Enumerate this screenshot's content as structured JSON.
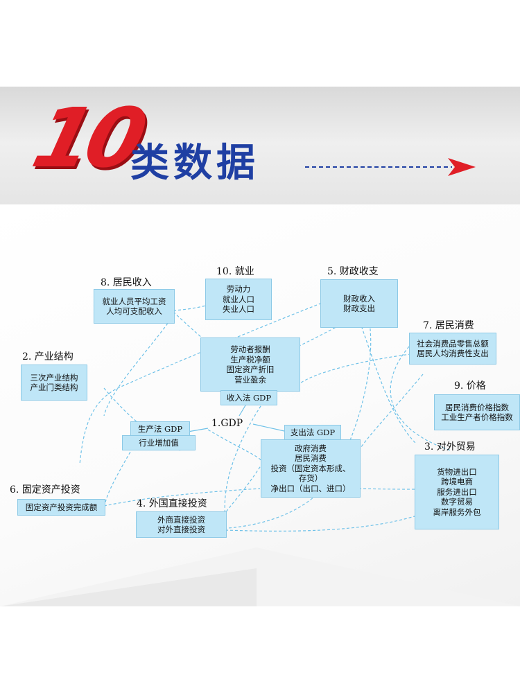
{
  "header": {
    "number": "10",
    "title": "类数据",
    "colors": {
      "number": "#e01e26",
      "title": "#1f3fa3",
      "arrow_head": "#e01e26",
      "arrow_line": "#1f3fa3"
    }
  },
  "diagram": {
    "box_color": "#bfe6f7",
    "line_color": "#6ec1e8",
    "nodes": {
      "income": {
        "label": "8. 居民收入",
        "items": [
          "就业人员平均工资",
          "人均可支配收入"
        ]
      },
      "employment": {
        "label": "10. 就业",
        "items": [
          "劳动力",
          "就业人口",
          "失业人口"
        ]
      },
      "fiscal": {
        "label": "5. 财政收支",
        "items": [
          "财政收入",
          "财政支出"
        ]
      },
      "consumption": {
        "label": "7. 居民消费",
        "items": [
          "社会消费品零售总额",
          "居民人均消费性支出"
        ]
      },
      "industry": {
        "label": "2. 产业结构",
        "items": [
          "三次产业结构",
          "产业门类结构"
        ]
      },
      "price": {
        "label": "9. 价格",
        "items": [
          "居民消费价格指数",
          "工业生产者价格指数"
        ]
      },
      "income_gdp": {
        "items": [
          "劳动者报酬",
          "生产税净额",
          "固定资产折旧",
          "营业盈余"
        ],
        "tag": "收入法 GDP"
      },
      "gdp": {
        "label": "1.GDP"
      },
      "production_gdp": {
        "tag": "生产法 GDP",
        "items": [
          "行业增加值"
        ]
      },
      "expenditure_gdp": {
        "tag": "支出法 GDP",
        "items": [
          "政府消费",
          "居民消费",
          "投资（固定资本形成、",
          "存货）",
          "净出口（出口、进口）"
        ]
      },
      "trade": {
        "label": "3. 对外贸易",
        "items": [
          "货物进出口",
          "跨境电商",
          "服务进出口",
          "数字贸易",
          "离岸服务外包"
        ]
      },
      "fixed_investment": {
        "label": "6. 固定资产投资",
        "items": [
          "固定资产投资完成额"
        ]
      },
      "fdi": {
        "label": "4. 外国直接投资",
        "items": [
          "外商直接投资",
          "对外直接投资"
        ]
      }
    }
  }
}
